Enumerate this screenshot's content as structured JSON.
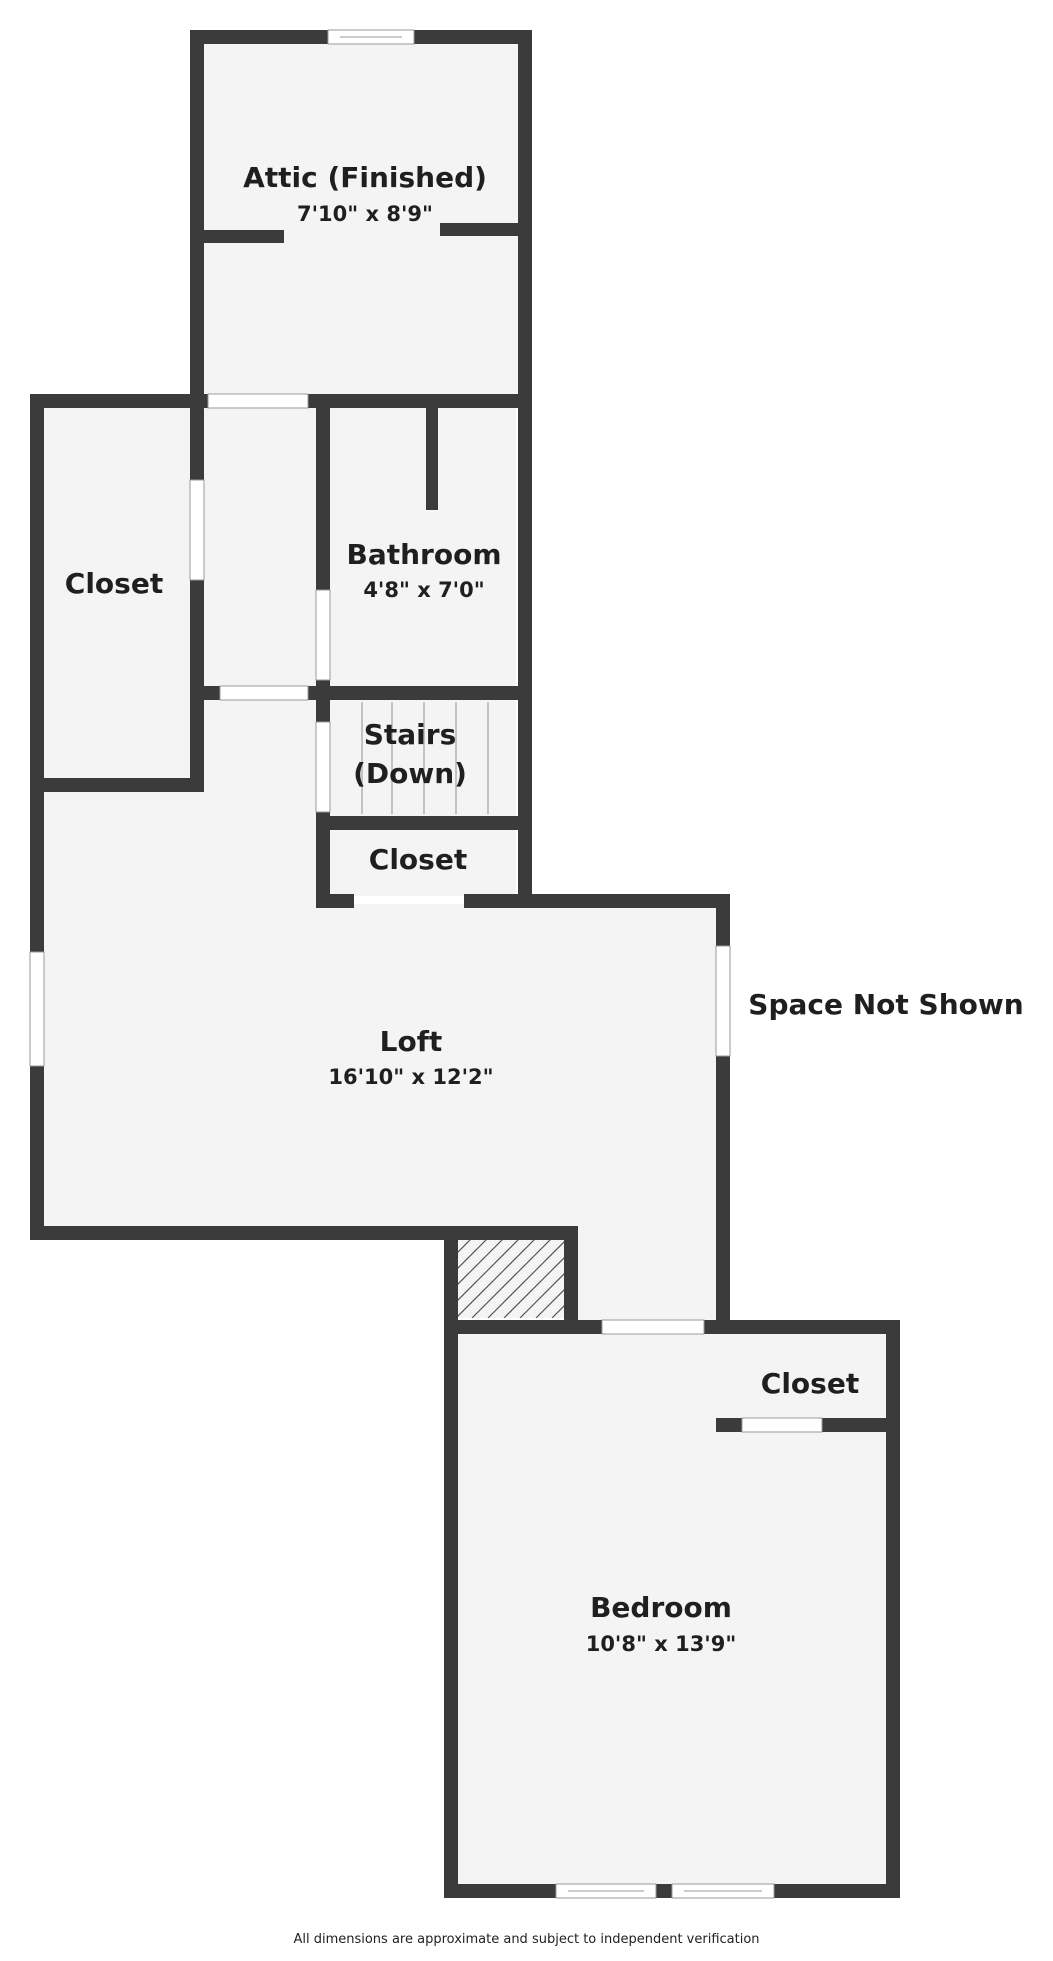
{
  "rooms": {
    "attic": {
      "name": "Attic (Finished)",
      "dims": "7'10\" x 8'9\""
    },
    "closet_left": {
      "name": "Closet"
    },
    "bathroom": {
      "name": "Bathroom",
      "dims": "4'8\" x 7'0\""
    },
    "stairs": {
      "name_line1": "Stairs",
      "name_line2": "(Down)"
    },
    "closet_mid": {
      "name": "Closet"
    },
    "loft": {
      "name": "Loft",
      "dims": "16'10\" x 12'2\""
    },
    "closet_right": {
      "name": "Closet"
    },
    "bedroom": {
      "name": "Bedroom",
      "dims": "10'8\" x 13'9\""
    }
  },
  "space_not_shown": "Space Not Shown",
  "footnote": "All dimensions are approximate and subject to independent verification",
  "colors": {
    "wall": "#3b3b3b",
    "floor": "#f4f4f4",
    "text": "#1f1f1f"
  }
}
